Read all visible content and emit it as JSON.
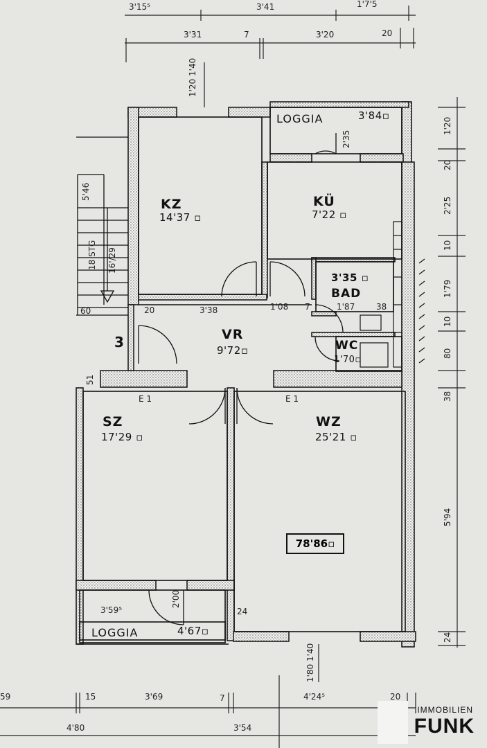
{
  "rooms": {
    "kz": {
      "name": "KZ",
      "area": "14'37 ▫"
    },
    "ku": {
      "name": "KÜ",
      "area": "7'22 ▫"
    },
    "bad": {
      "name": "BAD",
      "area": "3'35 ▫"
    },
    "vr": {
      "name": "VR",
      "area": "9'72▫"
    },
    "wc": {
      "name": "WC",
      "area": "1'70▫"
    },
    "sz": {
      "name": "SZ",
      "area": "17'29 ▫"
    },
    "wz": {
      "name": "WZ",
      "area": "25'21 ▫"
    },
    "loggia_top": {
      "name": "LOGGIA",
      "area": "3'84▫"
    },
    "loggia_bottom": {
      "name": "LOGGIA",
      "area": "4'67▫"
    }
  },
  "total_area": "78'86▫",
  "stair": {
    "number": "3",
    "steps": "18 STG",
    "ratio": "16'/29",
    "width": "5'46",
    "dim": "60"
  },
  "labels": {
    "e1_left": "E 1",
    "e1_right": "E 1"
  },
  "dims": {
    "top_row1": [
      "3'15⁵",
      "3'41",
      "1'7'5"
    ],
    "top_row2": [
      "3'31",
      "7",
      "3'20",
      "20"
    ],
    "top_vert": "1'20 1'40",
    "hall": [
      "20",
      "3'38",
      "1'08",
      "7",
      "1'87",
      "38"
    ],
    "left_51": "51",
    "right_vert": [
      "1'20",
      "20",
      "2'25",
      "10",
      "1'79",
      "10",
      "80",
      "38",
      "5'94",
      "24"
    ],
    "loggia_door": "2'35",
    "bottom_inner": [
      "3'59⁵",
      "24"
    ],
    "bottom_door": "2'00",
    "bottom_vert": "1'80 1'40",
    "bottom_row1": [
      "59",
      "15",
      "3'69",
      "7",
      "4'24⁵",
      "20"
    ],
    "bottom_row2": [
      "4'80",
      "3'54"
    ]
  },
  "brand": {
    "small": "IMMOBILIEN",
    "big": "FUNK"
  }
}
